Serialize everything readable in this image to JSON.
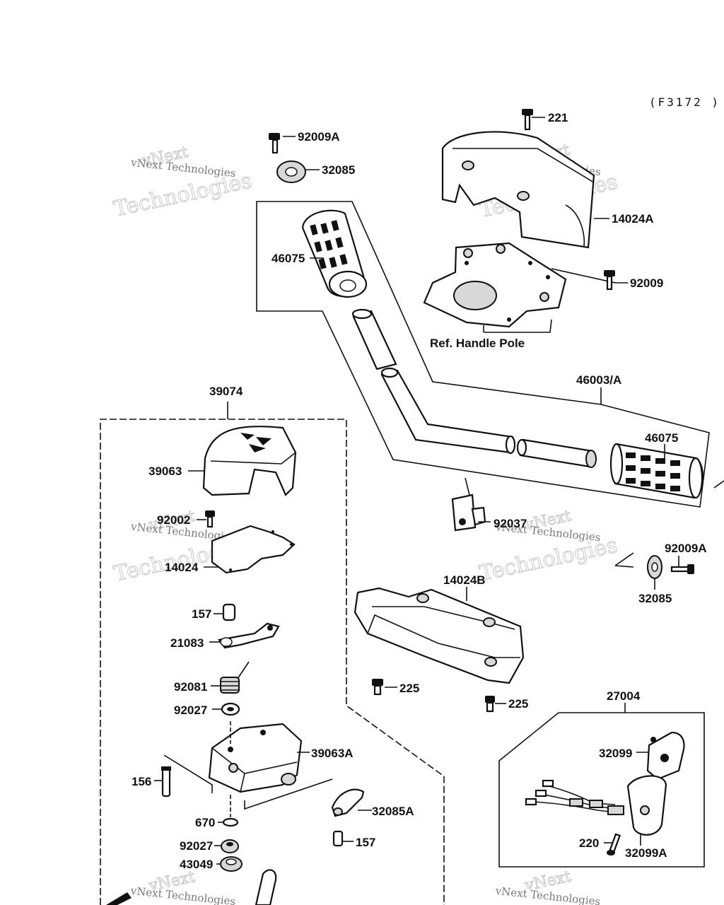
{
  "diagram": {
    "code": "(F3172 )",
    "reference_label": "Ref. Handle Pole",
    "watermark": {
      "brand_line": "vNext Technologies",
      "big_top": "vNext",
      "big_bottom": "Technologies"
    },
    "labels": {
      "p221": "221",
      "p92009A_top": "92009A",
      "p32085_top": "32085",
      "p14024A": "14024A",
      "p46075_left": "46075",
      "p92009": "92009",
      "p46003A": "46003/A",
      "p39074": "39074",
      "p46075_right": "46075",
      "p39063": "39063",
      "p92002": "92002",
      "p14024": "14024",
      "p92037": "92037",
      "p92009A_right": "92009A",
      "p32085_right": "32085",
      "p14024B": "14024B",
      "p157_top": "157",
      "p21083": "21083",
      "p92081": "92081",
      "p225_a": "225",
      "p225_b": "225",
      "p27004": "27004",
      "p92027_a": "92027",
      "p39063A": "39063A",
      "p32099": "32099",
      "p156": "156",
      "p32085A": "32085A",
      "p670": "670",
      "p157_bottom": "157",
      "p220": "220",
      "p92027_b": "92027",
      "p32099A": "32099A",
      "p43049": "43049"
    }
  }
}
